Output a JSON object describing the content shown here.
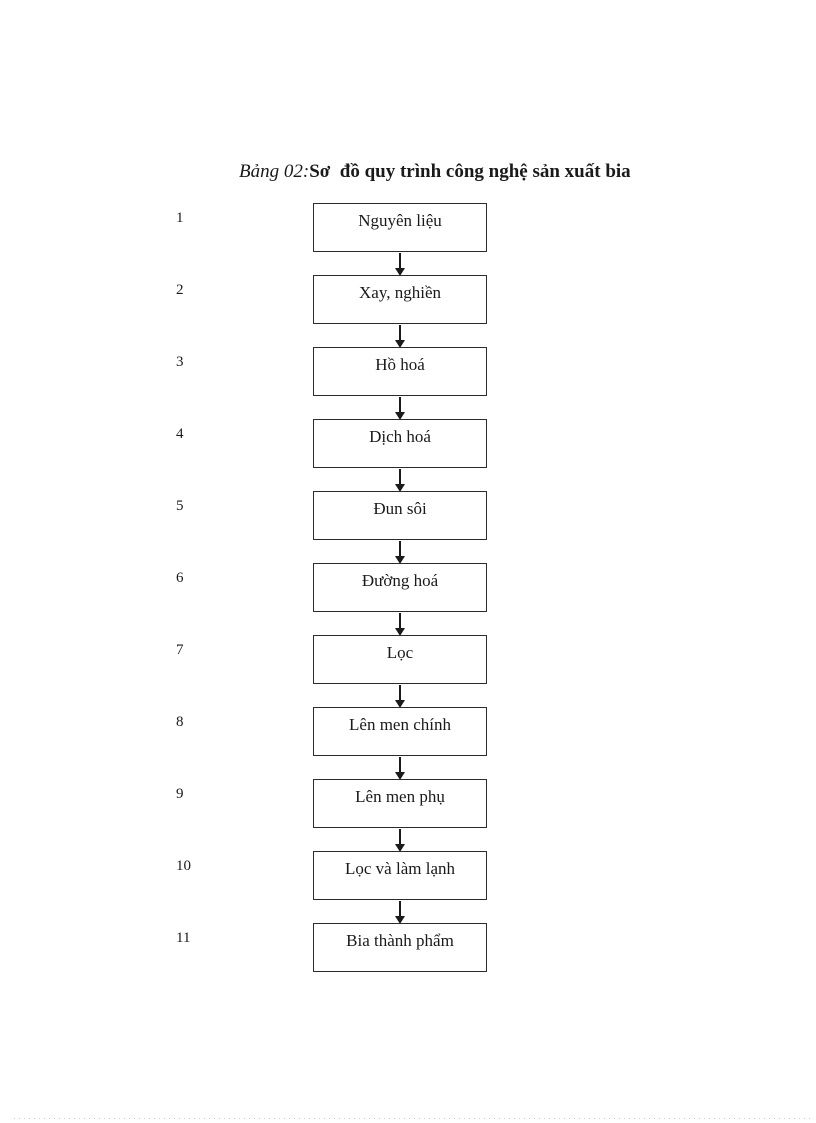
{
  "title": {
    "label": "Bảng 02:",
    "text": "Sơ  đồ quy trình công nghệ sản xuất bia"
  },
  "flowchart": {
    "steps": [
      {
        "number": "1",
        "label": "Nguyên liệu"
      },
      {
        "number": "2",
        "label": "Xay, nghiền"
      },
      {
        "number": "3",
        "label": "Hồ hoá"
      },
      {
        "number": "4",
        "label": "Dịch hoá"
      },
      {
        "number": "5",
        "label": "Đun sôi"
      },
      {
        "number": "6",
        "label": "Đường hoá"
      },
      {
        "number": "7",
        "label": "Lọc"
      },
      {
        "number": "8",
        "label": "Lên men chính"
      },
      {
        "number": "9",
        "label": "Lên men phụ"
      },
      {
        "number": "10",
        "label": "Lọc và làm lạnh"
      },
      {
        "number": "11",
        "label": "Bia thành phẩm"
      }
    ]
  },
  "colors": {
    "text": "#1a1a1a",
    "box_border": "#2b2b2b",
    "page_background": "#ffffff",
    "bottom_divider": "#c9c9c9"
  }
}
